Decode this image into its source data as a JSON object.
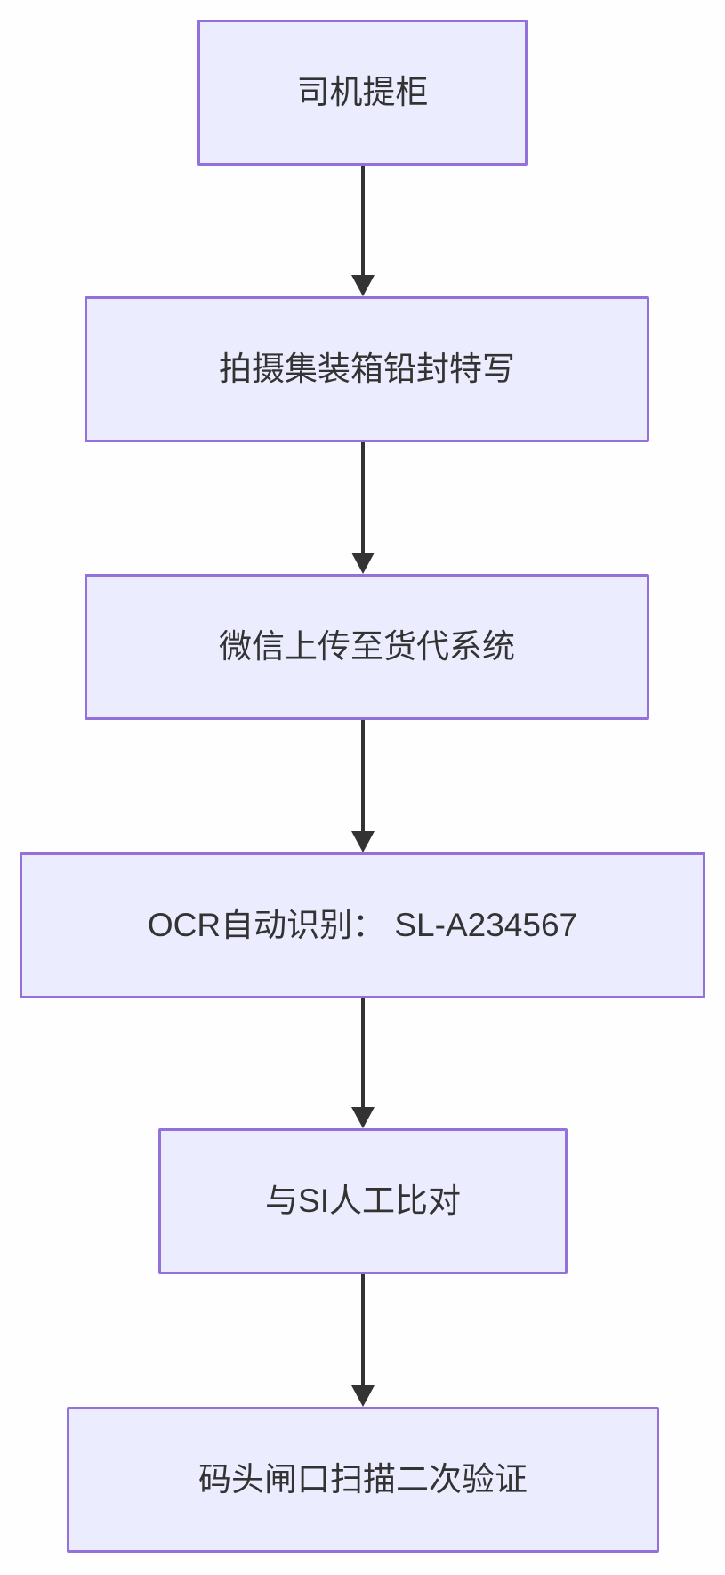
{
  "diagram": {
    "type": "flowchart-vertical",
    "colors": {
      "node-fill": "#ECECFF",
      "node-border": "#9370DB",
      "arrow": "#333333",
      "text": "#333333",
      "background": "#FEFEFE"
    },
    "nodes": [
      {
        "label": "司机提柜"
      },
      {
        "label": "拍摄集装箱铅封特写"
      },
      {
        "label": "微信上传至货代系统"
      },
      {
        "label": "OCR自动识别： SL-A234567"
      },
      {
        "label": "与SI人工比对"
      },
      {
        "label": "码头闸口扫描二次验证"
      }
    ],
    "edges": [
      {
        "from": 0,
        "to": 1
      },
      {
        "from": 1,
        "to": 2
      },
      {
        "from": 2,
        "to": 3
      },
      {
        "from": 3,
        "to": 4
      },
      {
        "from": 4,
        "to": 5
      }
    ]
  }
}
